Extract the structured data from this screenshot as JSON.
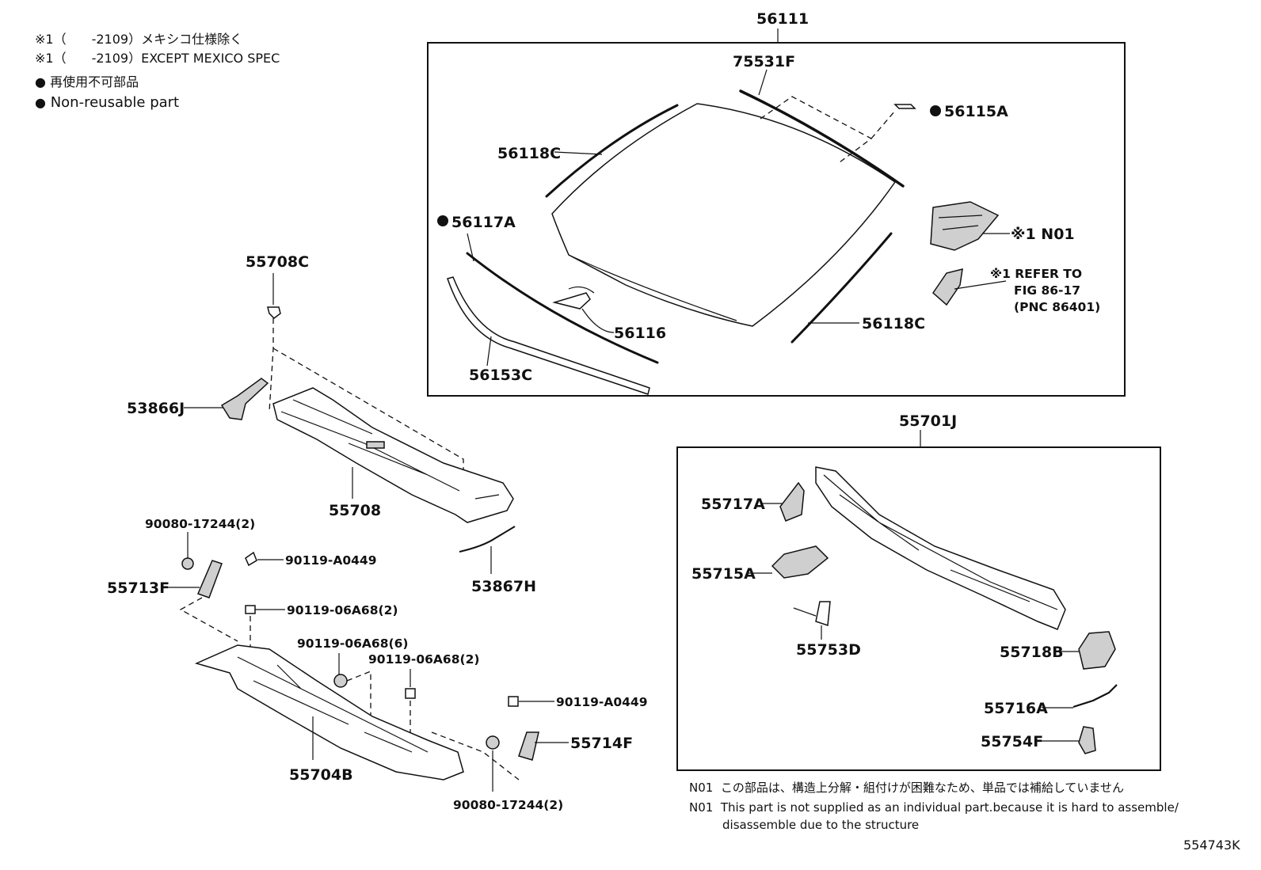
{
  "notes": {
    "except_jp": "※1（　　-2109）メキシコ仕様除く",
    "except_en": "※1（　　-2109）EXCEPT MEXICO SPEC",
    "nonreusable_jp": "再使用不可部品",
    "nonreusable_en": "Non-reusable part"
  },
  "footnote": {
    "tag1": "N01",
    "jp": "この部品は、構造上分解・組付けが困難なため、単品では補給していません",
    "tag2": "N01",
    "en_line1": "This part is not supplied as an individual part.because it is hard to assemble/",
    "en_line2": "disassemble due to the structure"
  },
  "figure_code": "554743K",
  "labels": {
    "p56111": "56111",
    "p75531F": "75531F",
    "p56115A": "56115A",
    "p56118C_top": "56118C",
    "p56117A": "56117A",
    "p56118C_right": "56118C",
    "pN01": "※1 N01",
    "refer1": "※1 REFER TO",
    "refer2": "FIG 86-17",
    "refer3": "(PNC 86401)",
    "p56116": "56116",
    "p56153C": "56153C",
    "p55708C": "55708C",
    "p53866J": "53866J",
    "p55708": "55708",
    "p53867H": "53867H",
    "p90080_17244_top": "90080-17244(2)",
    "p90119_A0449_top": "90119-A0449",
    "p55713F": "55713F",
    "p90119_06A68_2a": "90119-06A68(2)",
    "p90119_06A68_6": "90119-06A68(6)",
    "p90119_06A68_2b": "90119-06A68(2)",
    "p90119_A0449_bot": "90119-A0449",
    "p55714F": "55714F",
    "p55704B": "55704B",
    "p90080_17244_bot": "90080-17244(2)",
    "p55701J": "55701J",
    "p55717A": "55717A",
    "p55715A": "55715A",
    "p55753D": "55753D",
    "p55718B": "55718B",
    "p55716A": "55716A",
    "p55754F": "55754F"
  }
}
